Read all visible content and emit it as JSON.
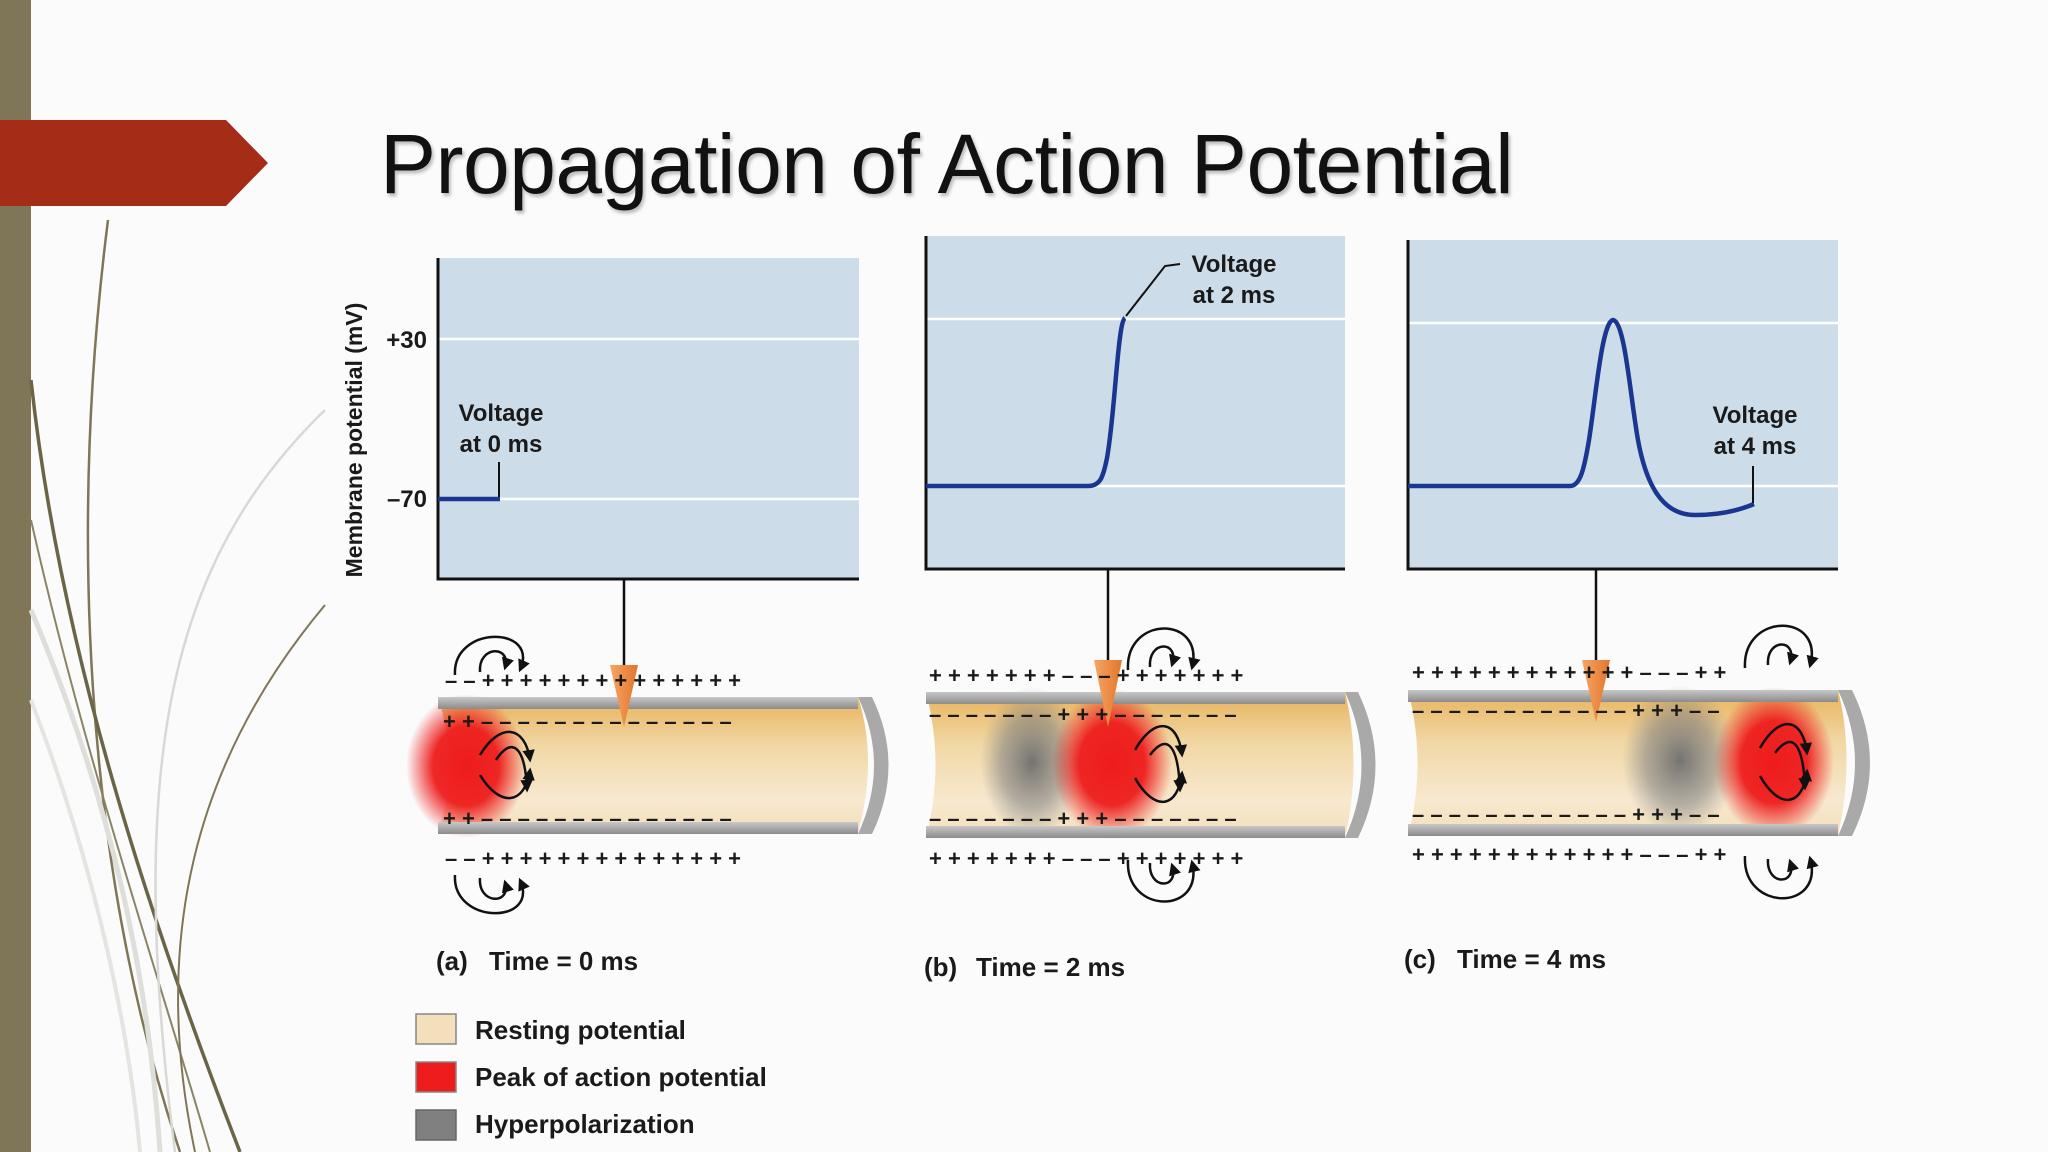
{
  "slide": {
    "title": "Propagation of Action Potential"
  },
  "colors": {
    "accent": "#a52d17",
    "sidebar": "#7e7656",
    "graph_bg": "#ccdde9",
    "trace": "#1a3690",
    "resting": "#f3dfbb",
    "peak": "#ee1c1c",
    "hyper": "#808080",
    "electrode": "#f08a3c"
  },
  "axis": {
    "ylabel": "Membrane potential (mV)",
    "ticks": [
      "+30",
      "–70"
    ]
  },
  "panels": [
    {
      "id": "a",
      "caption_letter": "(a)",
      "caption_text": "Time = 0 ms",
      "voltage_label_line1": "Voltage",
      "voltage_label_line2": "at 0 ms"
    },
    {
      "id": "b",
      "caption_letter": "(b)",
      "caption_text": "Time = 2 ms",
      "voltage_label_line1": "Voltage",
      "voltage_label_line2": "at 2 ms"
    },
    {
      "id": "c",
      "caption_letter": "(c)",
      "caption_text": "Time = 4 ms",
      "voltage_label_line1": "Voltage",
      "voltage_label_line2": "at 4 ms"
    }
  ],
  "legend": [
    {
      "label": "Resting potential",
      "color": "#f3dfbb"
    },
    {
      "label": "Peak of action potential",
      "color": "#ee1c1c"
    },
    {
      "label": "Hyperpolarization",
      "color": "#808080"
    }
  ],
  "charges": {
    "a": {
      "outer_top": "– – + + + + + + + + + + + + + +",
      "inner_top": "+ + – – – – – – – – – – – – – –",
      "inner_bottom": "+ + – – – – – – – – – – – – – –",
      "outer_bottom": "– – + + + + + + + + + + + + + +"
    },
    "b": {
      "outer_top": "+ + + + + + + – – – + + + + + + +",
      "inner_top": "– – – – – – – + + + – – – – – – –",
      "inner_bottom": "– – – – – – – + + + – – – – – – –",
      "outer_bottom": "+ + + + + + + – – – + + + + + + +"
    },
    "c": {
      "outer_top": "+ + + + + + + + + + + + – – – + +",
      "inner_top": "– – – – – – – – – – – – + + + – –",
      "inner_bottom": "– – – – – – – – – – – – + + + – –",
      "outer_bottom": "+ + + + + + + + + + + + – – – + +"
    }
  }
}
